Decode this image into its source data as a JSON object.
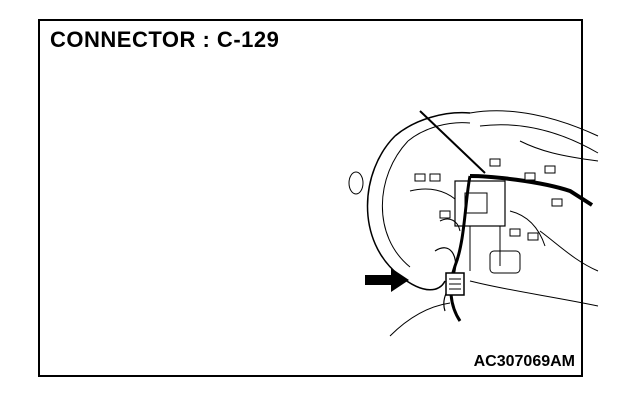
{
  "figure": {
    "title": "CONNECTOR : C-129",
    "code": "AC307069AM"
  },
  "icons": {
    "illustration": "dashboard-wiring-illustration",
    "pointer": "arrow-icon"
  },
  "colors": {
    "ink": "#000000",
    "paper": "#ffffff"
  }
}
